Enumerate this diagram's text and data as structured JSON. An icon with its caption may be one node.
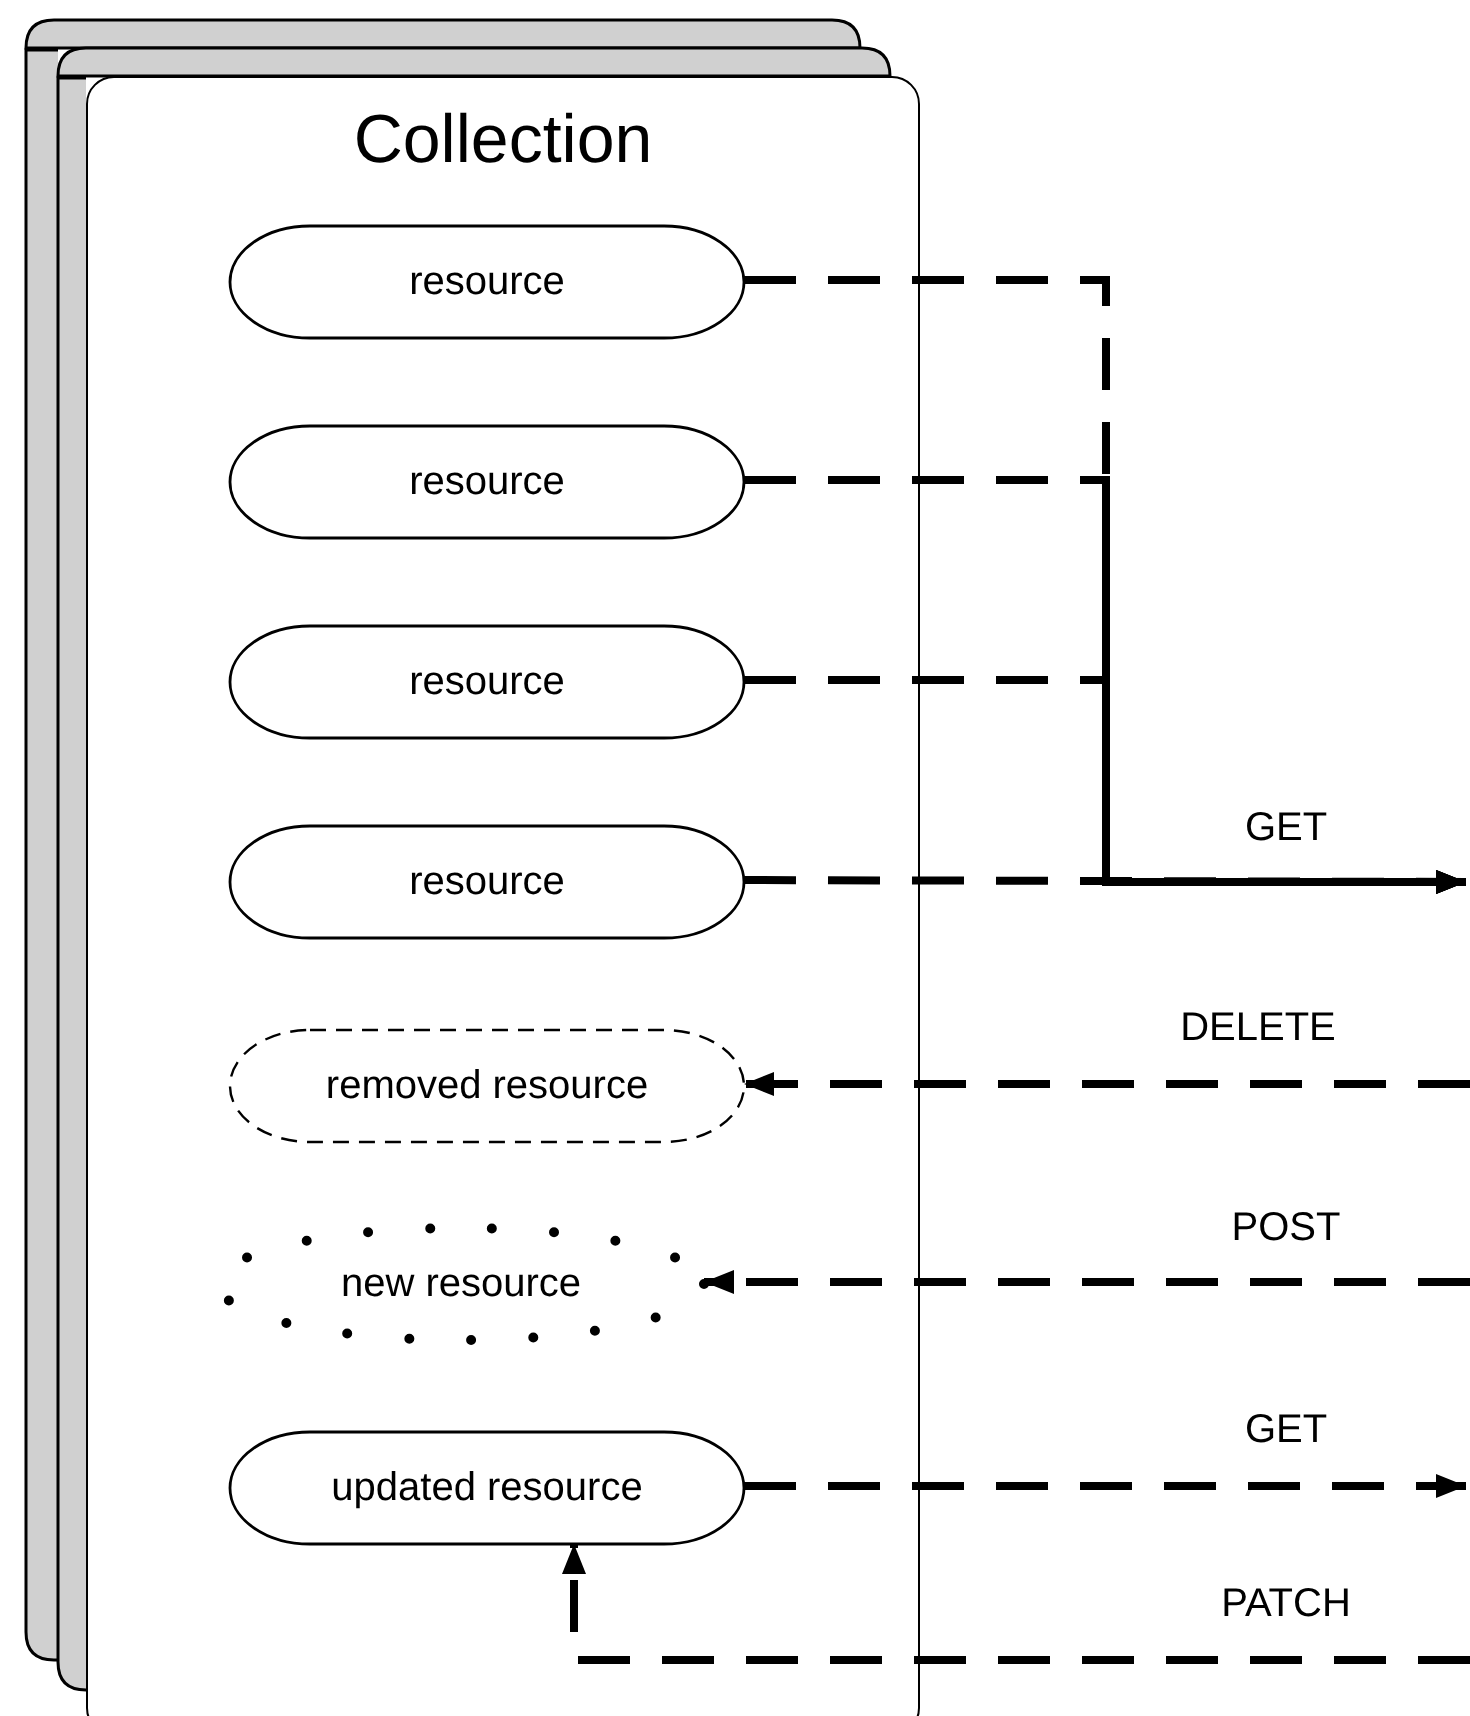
{
  "diagram": {
    "nodes": [
      {
        "text": [
          "Collection"
        ]
      },
      {
        "text": [
          "resource"
        ],
        "in": 0
      },
      {
        "text": [
          "resource"
        ],
        "in": 0
      },
      {
        "text": [
          "resource"
        ],
        "in": 0
      },
      {
        "text": [
          "resource"
        ],
        "in": 0
      },
      {
        "text": [
          "removed resource"
        ],
        "in": 0
      },
      {
        "text": [
          "new resource"
        ],
        "in": 0
      },
      {
        "text": [
          "updated resource"
        ],
        "in": 0
      }
    ],
    "edges": [
      {
        "from": 1,
        "to": null,
        "arrow": "to",
        "style": "dashed"
      },
      {
        "from": 2,
        "to": null,
        "arrow": "to",
        "style": "dashed"
      },
      {
        "from": 3,
        "to": null,
        "arrow": "to",
        "style": "dashed"
      },
      {
        "from": 4,
        "to": null,
        "arrow": "to",
        "style": "dashed",
        "label": "GET"
      },
      {
        "from": null,
        "to": 5,
        "arrow": "to",
        "style": "dashed",
        "label": "DELETE"
      },
      {
        "from": null,
        "to": 6,
        "arrow": "to",
        "style": "dashed",
        "label": "POST"
      },
      {
        "from": 7,
        "to": null,
        "arrow": "to",
        "style": "dashed",
        "label": "GET"
      },
      {
        "from": null,
        "to": 7,
        "arrow": "to",
        "style": "dashed",
        "label": "PATCH"
      }
    ]
  }
}
